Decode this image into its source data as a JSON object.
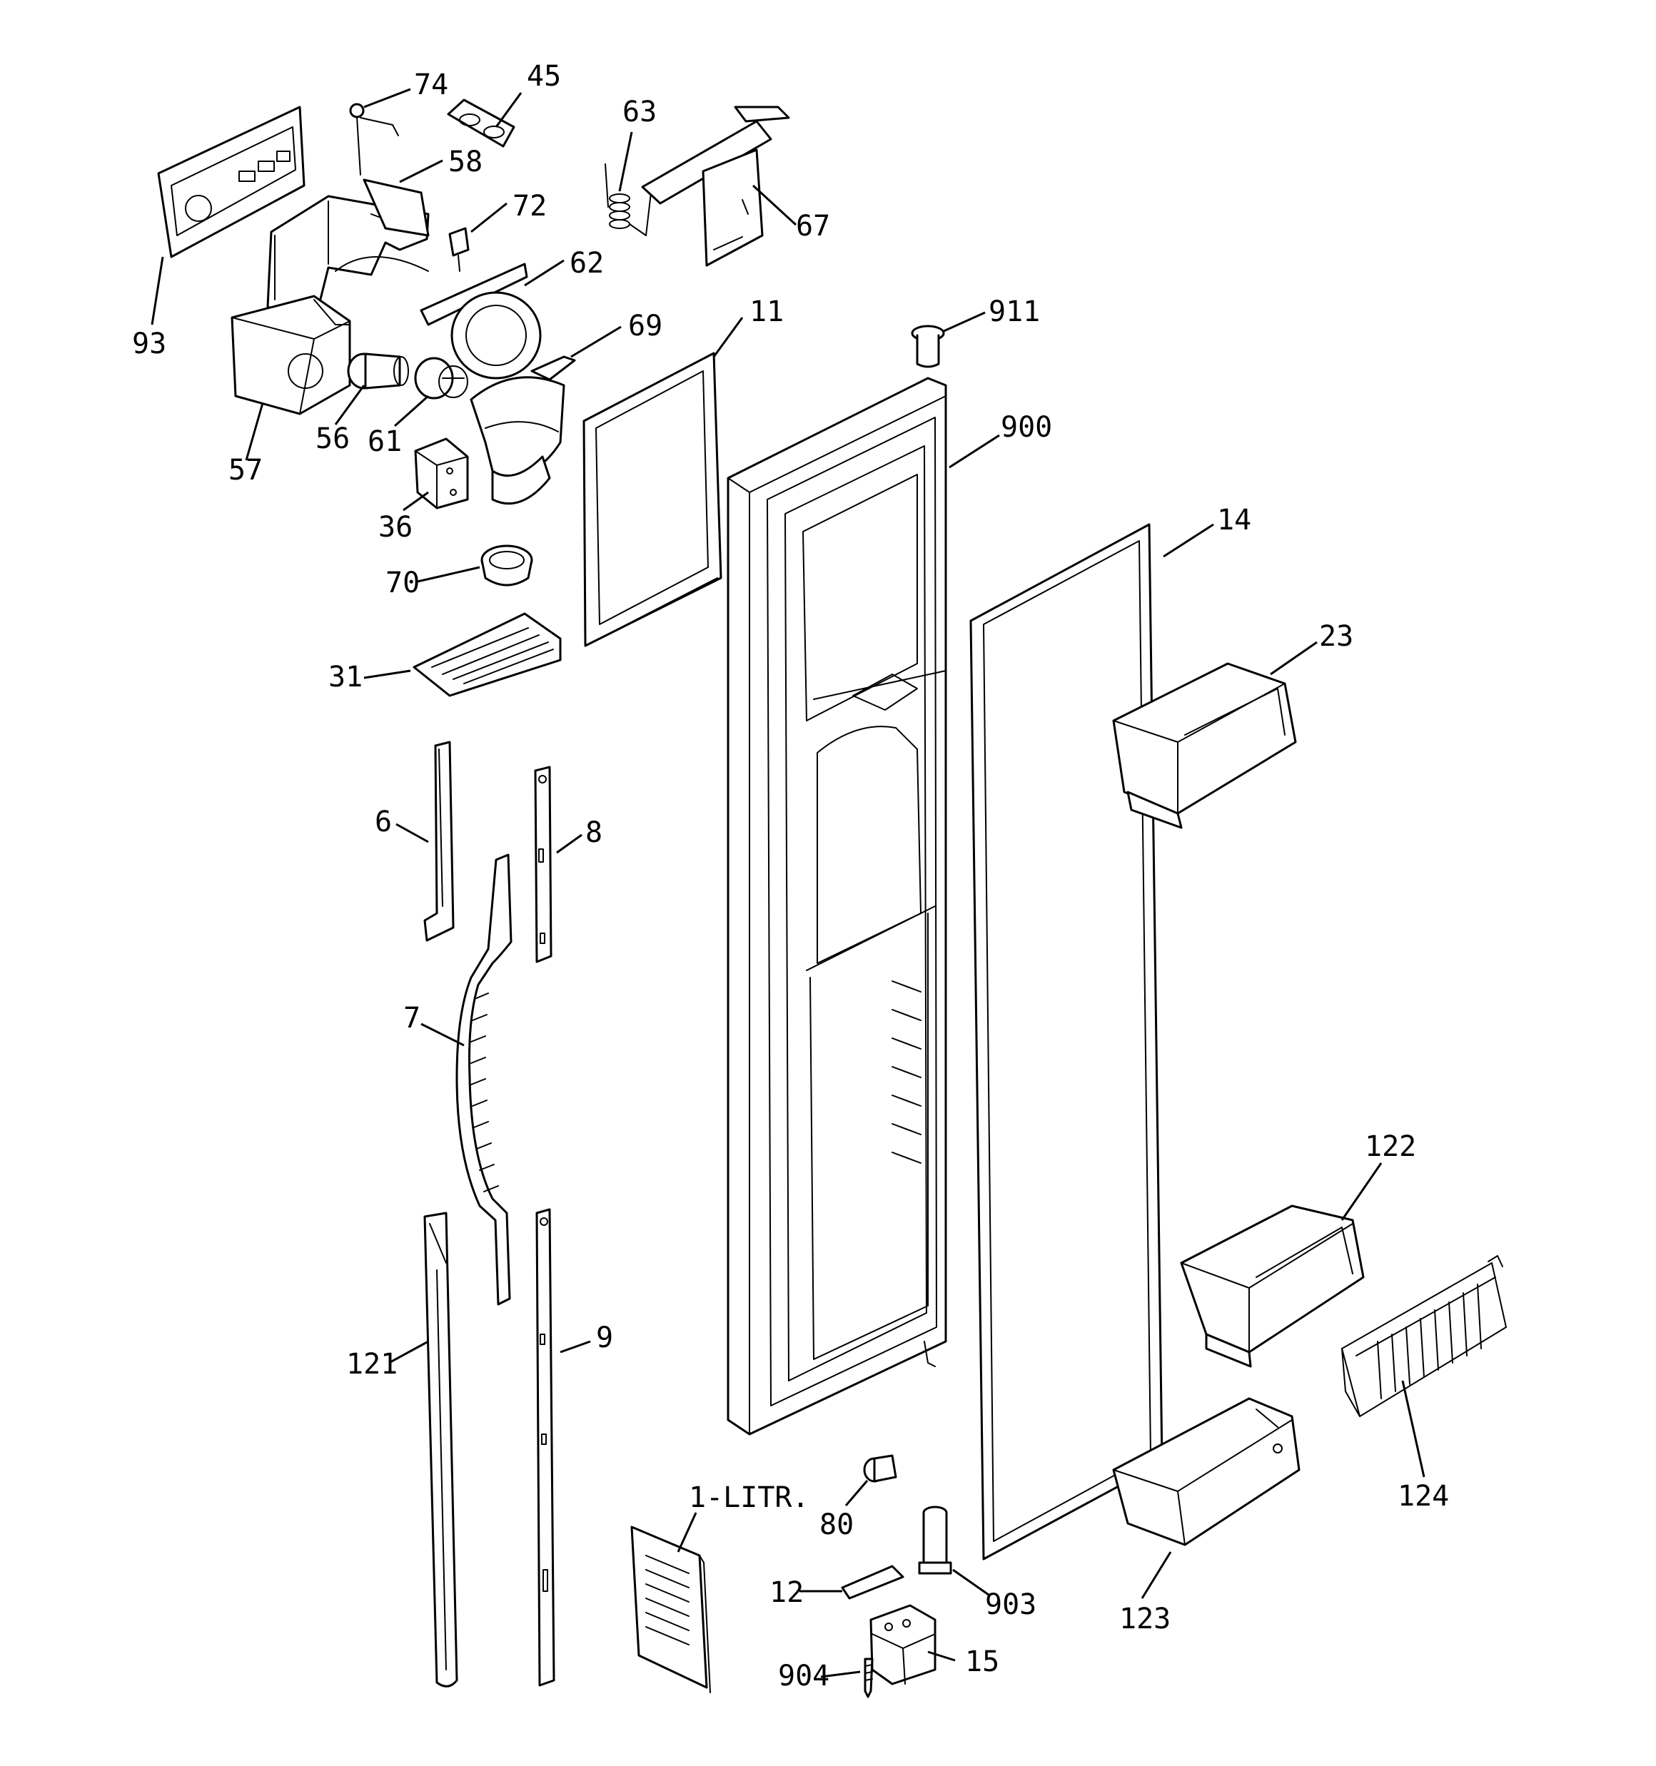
{
  "callouts": {
    "p74": "74",
    "p45": "45",
    "p63": "63",
    "p58": "58",
    "p72": "72",
    "p67": "67",
    "p62": "62",
    "p93": "93",
    "p911": "911",
    "p11": "11",
    "p69": "69",
    "p56": "56",
    "p61": "61",
    "p57": "57",
    "p900": "900",
    "p36": "36",
    "p14": "14",
    "p70": "70",
    "p23": "23",
    "p31": "31",
    "p6": "6",
    "p8": "8",
    "p7": "7",
    "p122": "122",
    "p9": "9",
    "p121": "121",
    "p124": "124",
    "p1litr": "1-LITR.",
    "p80": "80",
    "p12": "12",
    "p903": "903",
    "p123": "123",
    "p904": "904",
    "p15": "15"
  },
  "colors": {
    "line": "#000000",
    "background": "#ffffff"
  }
}
